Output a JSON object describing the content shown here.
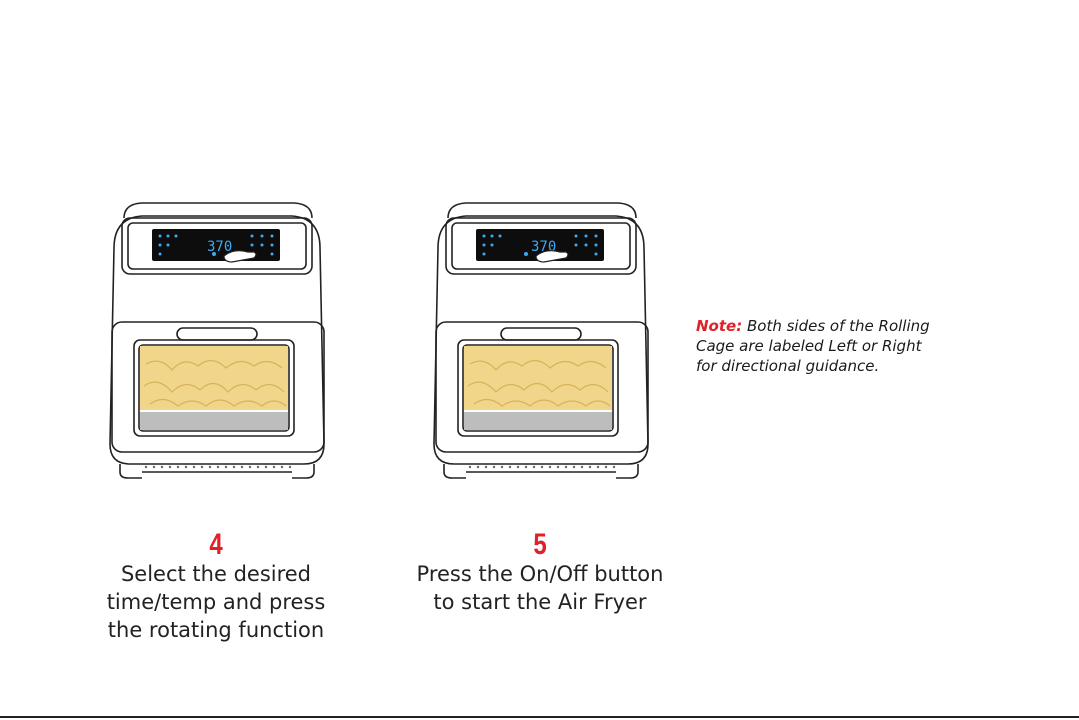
{
  "steps": [
    {
      "number": "4",
      "lines": [
        "Select the desired",
        "time/temp and press",
        "the rotating function"
      ],
      "display": "370"
    },
    {
      "number": "5",
      "lines": [
        "Press the On/Off button",
        "to start the Air Fryer"
      ],
      "display": "370"
    }
  ],
  "note": {
    "label": "Note:",
    "lines": [
      "Both sides of the Rolling",
      "Cage are labeled Left or Right",
      "for directional guidance."
    ]
  },
  "colors": {
    "accent": "#e0202a",
    "display": "#1a8fd6",
    "fries": "#f1d58a",
    "tray": "#bdbdbd"
  }
}
